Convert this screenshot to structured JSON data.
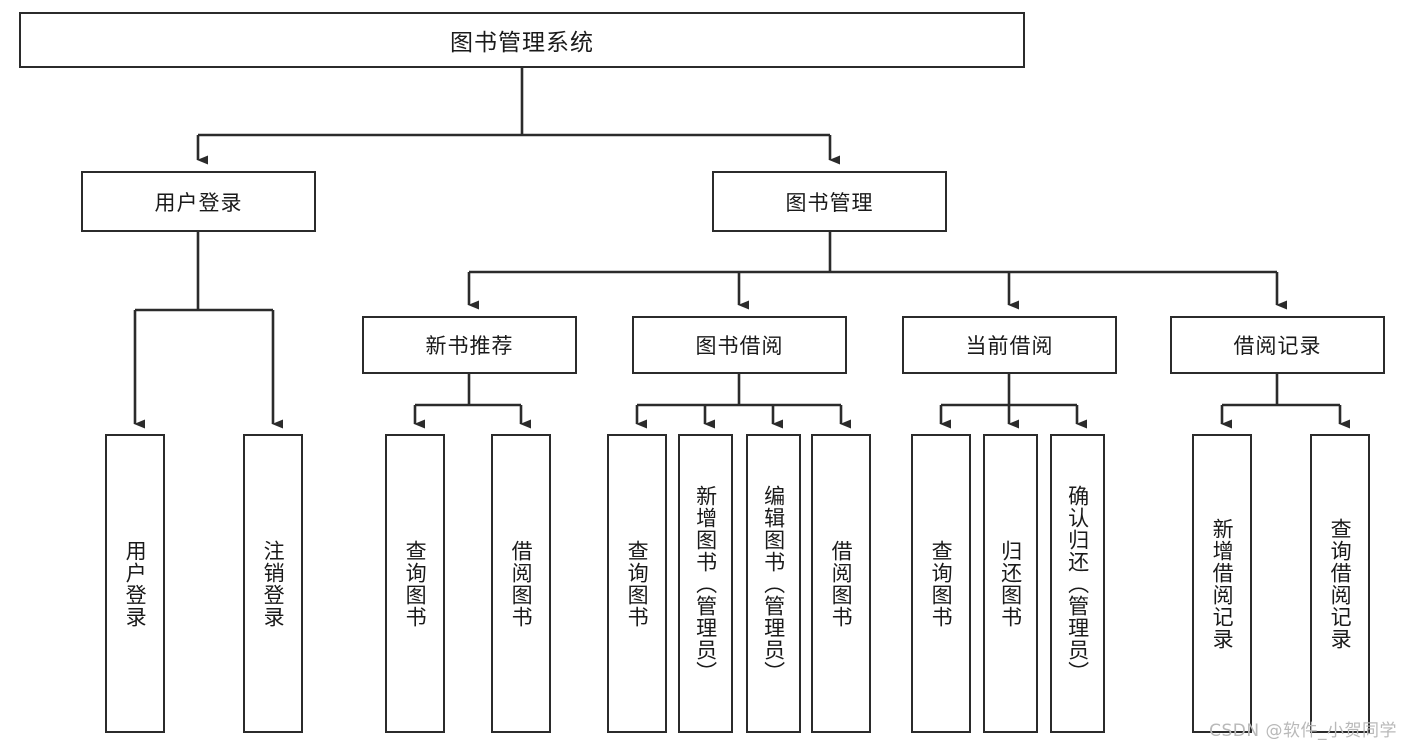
{
  "diagram": {
    "title": "图书管理系统",
    "type": "tree-hierarchy-diagram",
    "colors": {
      "background": "#ffffff",
      "box_border": "#2b2b2b",
      "box_fill": "#ffffff",
      "text": "#1a1a1a",
      "edge": "#2b2b2b",
      "watermark": "#b9b9b9"
    },
    "root": {
      "label": "图书管理系统"
    },
    "level2": [
      {
        "label": "用户登录"
      },
      {
        "label": "图书管理"
      }
    ],
    "level3": [
      {
        "label": "新书推荐"
      },
      {
        "label": "图书借阅"
      },
      {
        "label": "当前借阅"
      },
      {
        "label": "借阅记录"
      }
    ],
    "leaves": {
      "user_login": [
        {
          "label": "用户登录"
        },
        {
          "label": "注销登录"
        }
      ],
      "new_book_recommend": [
        {
          "label": "查询图书"
        },
        {
          "label": "借阅图书"
        }
      ],
      "book_borrow": [
        {
          "label": "查询图书"
        },
        {
          "label": "新增图书（管理员）"
        },
        {
          "label": "编辑图书（管理员）"
        },
        {
          "label": "借阅图书"
        }
      ],
      "current_borrow": [
        {
          "label": "查询图书"
        },
        {
          "label": "归还图书"
        },
        {
          "label": "确认归还（管理员）"
        }
      ],
      "borrow_record": [
        {
          "label": "新增借阅记录"
        },
        {
          "label": "查询借阅记录"
        }
      ]
    }
  },
  "watermark": {
    "text": "CSDN @软件_小贺同学"
  }
}
